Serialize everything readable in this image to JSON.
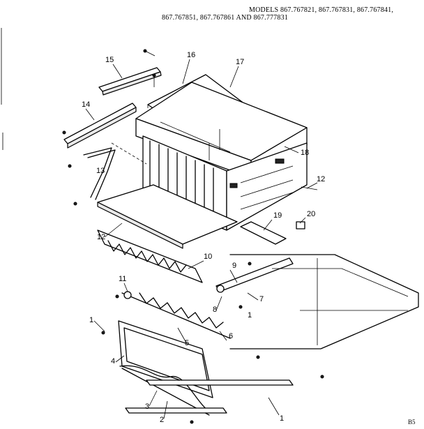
{
  "header": {
    "models_line1": "MODELS 867.767821, 867.767831, 867.767841,",
    "models_line2": "867.767851, 867.767861 AND 867.777831"
  },
  "corner_mark": "B5",
  "callouts": [
    "15",
    "16",
    "17",
    "14",
    "13",
    "18",
    "12",
    "20",
    "19",
    "12",
    "10",
    "9",
    "11",
    "8",
    "7",
    "1",
    "1",
    "6",
    "5",
    "4",
    "3",
    "2",
    "1"
  ]
}
